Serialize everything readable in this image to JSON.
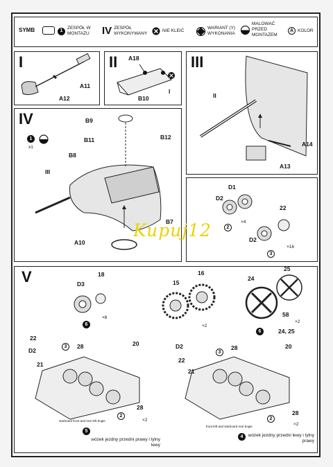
{
  "legend": {
    "title": "SYMB",
    "items": [
      {
        "symbol": "1",
        "label": "ZESPÓŁ W MONTAŻU"
      },
      {
        "symbol": "IV",
        "label": "ZESPÓŁ WYKONYWANY"
      },
      {
        "symbol": "no-glue-icon",
        "label": "NIE KLEIĆ"
      },
      {
        "symbol": "variant-icon",
        "label": "WARIANT (Y) WYKONANIA"
      },
      {
        "symbol": "paint-icon",
        "label": "MALOWAĆ PRZED MONTAŻEM"
      },
      {
        "symbol": "A",
        "label": "KOLOR"
      }
    ]
  },
  "steps": {
    "s1": {
      "numeral": "I",
      "parts": [
        "A11",
        "A12"
      ]
    },
    "s2": {
      "numeral": "II",
      "parts": [
        "A18",
        "B10",
        "I"
      ]
    },
    "s3": {
      "numeral": "III",
      "parts": [
        "II",
        "A14",
        "A13"
      ]
    },
    "s4": {
      "numeral": "IV",
      "parts": [
        "B9",
        "B11",
        "B12",
        "B8",
        "III",
        "B7",
        "A10"
      ],
      "mult": "x1"
    },
    "wheels": {
      "parts": [
        "D1",
        "D2",
        "D2",
        "22"
      ],
      "marks": [
        "2",
        "3"
      ],
      "counts": [
        "×4",
        "×16"
      ]
    },
    "s5": {
      "numeral": "V",
      "top": {
        "parts": [
          "D3",
          "18",
          "15",
          "16",
          "24",
          "25",
          "58"
        ],
        "marks": [
          "6",
          "6"
        ],
        "counts": [
          "×8",
          "×2",
          "×2"
        ],
        "label_24_25": "24, 25"
      },
      "left": {
        "parts": [
          "22",
          "D2",
          "21",
          "3",
          "28",
          "20",
          "28",
          "2"
        ],
        "note": "starboard front and rear left bogie",
        "caption": "wózek jezdny przedni prawy i tylny lewy",
        "mark": "5",
        "count": "×2"
      },
      "right": {
        "parts": [
          "D2",
          "22",
          "21",
          "3",
          "28",
          "20",
          "28",
          "2"
        ],
        "note": "front left and starboard rear bogie",
        "caption": "wózek jezdny przedni lewy i tylny prawy",
        "mark": "4",
        "count": "×2"
      }
    }
  },
  "watermark": "Kupuj12"
}
